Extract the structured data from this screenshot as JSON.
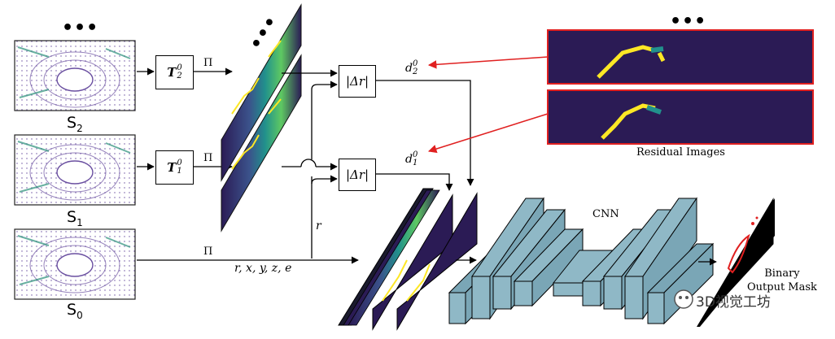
{
  "scans": [
    {
      "label": "S",
      "sub": "2"
    },
    {
      "label": "S",
      "sub": "1"
    },
    {
      "label": "S",
      "sub": "0"
    }
  ],
  "transforms": [
    {
      "label": "T",
      "sub": "2",
      "sup": "0"
    },
    {
      "label": "T",
      "sub": "1",
      "sup": "0"
    }
  ],
  "projection_symbol": "Π",
  "diff_op": "|Δr|",
  "residual_labels": [
    {
      "label": "d",
      "sub": "2",
      "sup": "0"
    },
    {
      "label": "d",
      "sub": "1",
      "sup": "0"
    }
  ],
  "range_label": "r",
  "channels_label": "r, x, y, z, e",
  "residual_caption": "Residual Images",
  "cnn_label": "CNN",
  "output_caption": "Binary\nOutput Mask",
  "ellipsis": "•••",
  "watermark": "3D视觉工坊",
  "colors": {
    "residual_border": "#e02020",
    "arrow_red": "#e02020",
    "cnn_fill": "#8fb8c6",
    "cnn_side": "#7aa6b6",
    "range_dark": "#2b1b55",
    "range_mid": "#21918c",
    "range_bright": "#fde725"
  }
}
